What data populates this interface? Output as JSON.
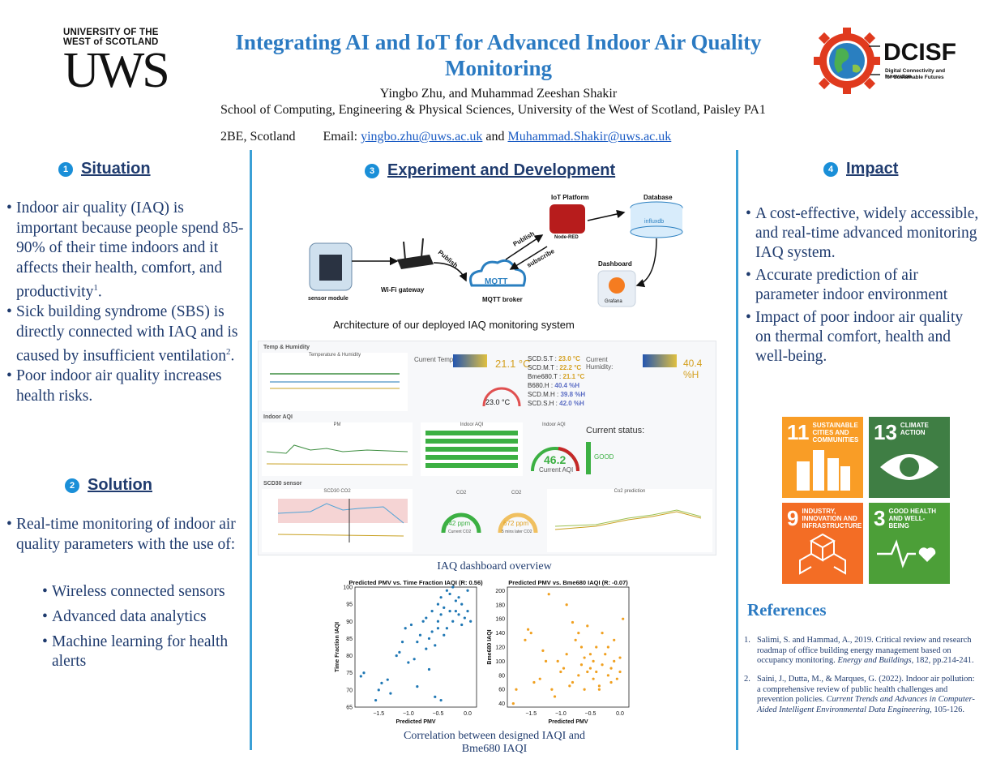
{
  "header": {
    "uws_logo_line1": "UNIVERSITY OF THE",
    "uws_logo_line2": "WEST of SCOTLAND",
    "uws_logo_big": "UWS",
    "title_line1": "Integrating AI and IoT for Advanced Indoor Air Quality",
    "title_line2": "Monitoring",
    "authors": "Yingbo Zhu, and Muhammad Zeeshan Shakir",
    "affiliation": "School of Computing, Engineering & Physical Sciences, University of the West of Scotland, Paisley PA1",
    "affiliation2": "2BE, Scotland",
    "email_label": "Email:",
    "email1": "yingbo.zhu@uws.ac.uk",
    "and": "and",
    "email2": "Muhammad.Shakir@uws.ac.uk",
    "dcisf_name": "DCISF",
    "dcisf_sub1": "Digital Connectivity and Innovation",
    "dcisf_sub2": "for Sustainable Futures"
  },
  "situation": {
    "num": "1",
    "title": "Situation",
    "bullets": [
      "Indoor air quality (IAQ) is important because people spend 85-90% of their time indoors and it affects their health, comfort, and productivity",
      "Sick building syndrome (SBS) is directly connected with IAQ and is caused by insufficient ventilation",
      "Poor indoor air quality increases health risks."
    ],
    "sup1": "1",
    "sup2": "2",
    "period": "."
  },
  "solution": {
    "num": "2",
    "title": "Solution",
    "bullet": "Real-time monitoring of indoor air quality parameters with the use of:",
    "sub": [
      "Wireless connected sensors",
      "Advanced data analytics",
      "Machine learning for health alerts"
    ]
  },
  "experiment": {
    "num": "3",
    "title": "Experiment and Development",
    "arch": {
      "sensor": "sensor module",
      "gateway": "Wi-Fi gateway",
      "broker": "MQTT broker",
      "mqtt": "MQTT",
      "iot": "IoT Platform",
      "nodered": "Node-RED",
      "database": "Database",
      "influx": "influxdb",
      "dashboard": "Dashboard",
      "grafana": "Grafana",
      "publish1": "Publish",
      "publish2": "Publish",
      "subscribe": "subscribe"
    },
    "arch_caption": "Architecture of our deployed IAQ monitoring system",
    "dashboard": {
      "row1": "Temp & Humidity",
      "row2": "Indoor AQI",
      "row3": "SCD30 sensor",
      "temp_chart": "Temperature & Humidity",
      "current_temp": "Current Temp:",
      "temp_val": "21.1 °C",
      "gauge_temp": "23.0 °C",
      "scd_st": "SCD.S.T :",
      "scd_st_v": "23.0 °C",
      "scd_mt": "SCD.M.T :",
      "scd_mt_v": "22.2 °C",
      "bme_t": "Bme680.T :",
      "bme_t_v": "21.1 °C",
      "b680h": "B680.H :",
      "b680h_v": "40.4 %H",
      "scd_mh": "SCD.M.H :",
      "scd_mh_v": "39.8 %H",
      "scd_sh": "SCD.S.H :",
      "scd_sh_v": "42.0 %H",
      "current_hum": "Current Humidity:",
      "hum_val": "40.4 %H",
      "pm": "PM",
      "indoor_aqi": "Indoor AQI",
      "indoor_aqi2": "Indoor AQI",
      "aqi_val": "46.2",
      "current_aqi": "Current AQI",
      "status": "Current status:",
      "good": "GOOD",
      "co2_chart": "SCD30 CO2",
      "co2": "CO2",
      "co2b": "CO2",
      "co2pred": "Co2 prediction",
      "co2_val": "642 ppm",
      "co2_lab": "Current CO2",
      "co2_pred_val": "672 ppm",
      "co2_pred_lab": "5 mins later CO2"
    },
    "dash_caption": "IAQ dashboard overview",
    "scatter_caption_l1": "Correlation between designed IAQI and",
    "scatter_caption_l2": "Bme680 IAQI"
  },
  "chart_data": [
    {
      "type": "scatter",
      "title": "Predicted PMV vs. Time Fraction IAQI (R: 0.56)",
      "xlabel": "Predicted PMV",
      "ylabel": "Time Fraction IAQI",
      "xlim": [
        -1.9,
        0.15
      ],
      "ylim": [
        65,
        100
      ],
      "xticks": [
        -1.5,
        -1.0,
        -0.5,
        0.0
      ],
      "yticks": [
        65,
        70,
        75,
        80,
        85,
        90,
        95,
        100
      ],
      "color": "#1f77b4",
      "x": [
        -1.8,
        -1.75,
        -1.55,
        -1.5,
        -1.45,
        -1.35,
        -1.3,
        -1.2,
        -1.15,
        -1.05,
        -1.0,
        -0.95,
        -0.9,
        -0.85,
        -0.8,
        -0.75,
        -0.7,
        -0.7,
        -0.65,
        -0.6,
        -0.6,
        -0.55,
        -0.5,
        -0.5,
        -0.45,
        -0.45,
        -0.4,
        -0.4,
        -0.35,
        -0.3,
        -0.3,
        -0.25,
        -0.2,
        -0.2,
        -0.15,
        -0.1,
        -0.1,
        -0.05,
        0.0,
        0.0,
        0.05,
        -0.45,
        -0.55,
        -0.65,
        -0.85,
        -1.1,
        -0.35,
        -0.25,
        -0.15,
        -0.5
      ],
      "y": [
        74,
        75,
        67,
        70,
        72,
        73,
        69,
        80,
        81,
        88,
        78,
        89,
        79,
        84,
        86,
        90,
        82,
        91,
        85,
        87,
        93,
        83,
        90,
        95,
        92,
        97,
        86,
        94,
        88,
        93,
        98,
        90,
        93,
        96,
        92,
        95,
        89,
        91,
        93,
        99,
        90,
        67,
        68,
        76,
        71,
        84,
        99,
        100,
        97,
        88
      ]
    },
    {
      "type": "scatter",
      "title": "Predicted PMV vs. Bme680 IAQI (R: -0.07)",
      "xlabel": "Predicted PMV",
      "ylabel": "Bme680 IAQI",
      "xlim": [
        -1.9,
        0.15
      ],
      "ylim": [
        35,
        205
      ],
      "xticks": [
        -1.5,
        -1.0,
        -0.5,
        0.0
      ],
      "yticks": [
        40,
        60,
        80,
        100,
        120,
        140,
        160,
        180,
        200
      ],
      "color": "#f0a020",
      "x": [
        -1.8,
        -1.75,
        -1.55,
        -1.5,
        -1.45,
        -1.35,
        -1.3,
        -1.2,
        -1.15,
        -1.05,
        -1.0,
        -0.95,
        -0.9,
        -0.85,
        -0.8,
        -0.75,
        -0.7,
        -0.7,
        -0.65,
        -0.6,
        -0.6,
        -0.55,
        -0.5,
        -0.5,
        -0.45,
        -0.45,
        -0.4,
        -0.4,
        -0.35,
        -0.3,
        -0.3,
        -0.25,
        -0.2,
        -0.2,
        -0.15,
        -0.1,
        -0.1,
        -0.05,
        0.0,
        0.0,
        0.05,
        -1.6,
        -1.1,
        -0.9,
        -0.65,
        -0.35,
        -0.15,
        -1.25,
        -0.8,
        -0.55
      ],
      "y": [
        40,
        60,
        145,
        140,
        70,
        75,
        115,
        195,
        60,
        100,
        85,
        90,
        110,
        65,
        70,
        130,
        140,
        80,
        95,
        105,
        60,
        150,
        110,
        90,
        100,
        75,
        120,
        85,
        65,
        140,
        95,
        110,
        80,
        120,
        90,
        100,
        130,
        75,
        105,
        85,
        160,
        130,
        50,
        180,
        120,
        60,
        70,
        100,
        155,
        85
      ]
    }
  ],
  "impact": {
    "num": "4",
    "title": "Impact",
    "bullets": [
      "A cost-effective, widely accessible, and real-time advanced monitoring IAQ system.",
      "Accurate prediction of  air parameter indoor environment",
      "Impact of poor indoor air quality on thermal comfort, health and well-being."
    ]
  },
  "sdgs": [
    {
      "num": "11",
      "label": "SUSTAINABLE CITIES AND COMMUNITIES",
      "color": "#f99d26"
    },
    {
      "num": "13",
      "label": "CLIMATE ACTION",
      "color": "#3f7e44"
    },
    {
      "num": "9",
      "label": "INDUSTRY, INNOVATION AND INFRASTRUCTURE",
      "color": "#f36d25"
    },
    {
      "num": "3",
      "label": "GOOD HEALTH AND WELL-BEING",
      "color": "#4c9f38"
    }
  ],
  "references": {
    "title": "References",
    "r1_num": "1.",
    "r1a": "Salimi, S. and Hammad, A., 2019. Critical review and research roadmap of office building energy management based on occupancy monitoring. ",
    "r1b": "Energy and Buildings",
    "r1c": ", 182, pp.214-241.",
    "r2_num": "2.",
    "r2a": "Saini, J., Dutta, M., & Marques, G. (2022). Indoor air pollution: a comprehensive review of public health challenges and prevention policies. ",
    "r2b": "Current Trends and Advances in Computer-Aided Intelligent Environmental Data Engineering",
    "r2c": ", 105-126."
  }
}
